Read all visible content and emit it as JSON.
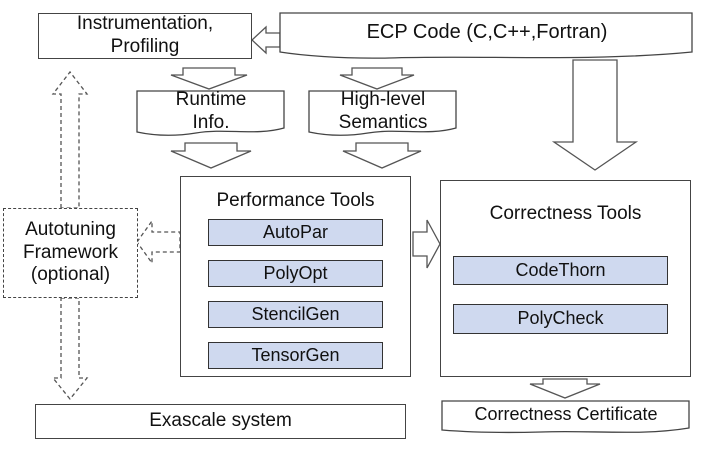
{
  "boxes": {
    "instrumentation": "Instrumentation,\nProfiling",
    "ecp_code": "ECP Code (C,C++,Fortran)",
    "runtime_info": "Runtime\nInfo.",
    "high_level_semantics": "High-level\nSemantics",
    "autotuning": "Autotuning\nFramework\n(optional)",
    "performance_tools": {
      "title": "Performance Tools",
      "items": [
        "AutoPar",
        "PolyOpt",
        "StencilGen",
        "TensorGen"
      ]
    },
    "correctness_tools": {
      "title": "Correctness Tools",
      "items": [
        "CodeThorn",
        "PolyCheck"
      ]
    },
    "exascale": "Exascale system",
    "certificate": "Correctness Certificate"
  },
  "colors": {
    "item_fill": "#cfd9ef",
    "stroke": "#444444"
  }
}
